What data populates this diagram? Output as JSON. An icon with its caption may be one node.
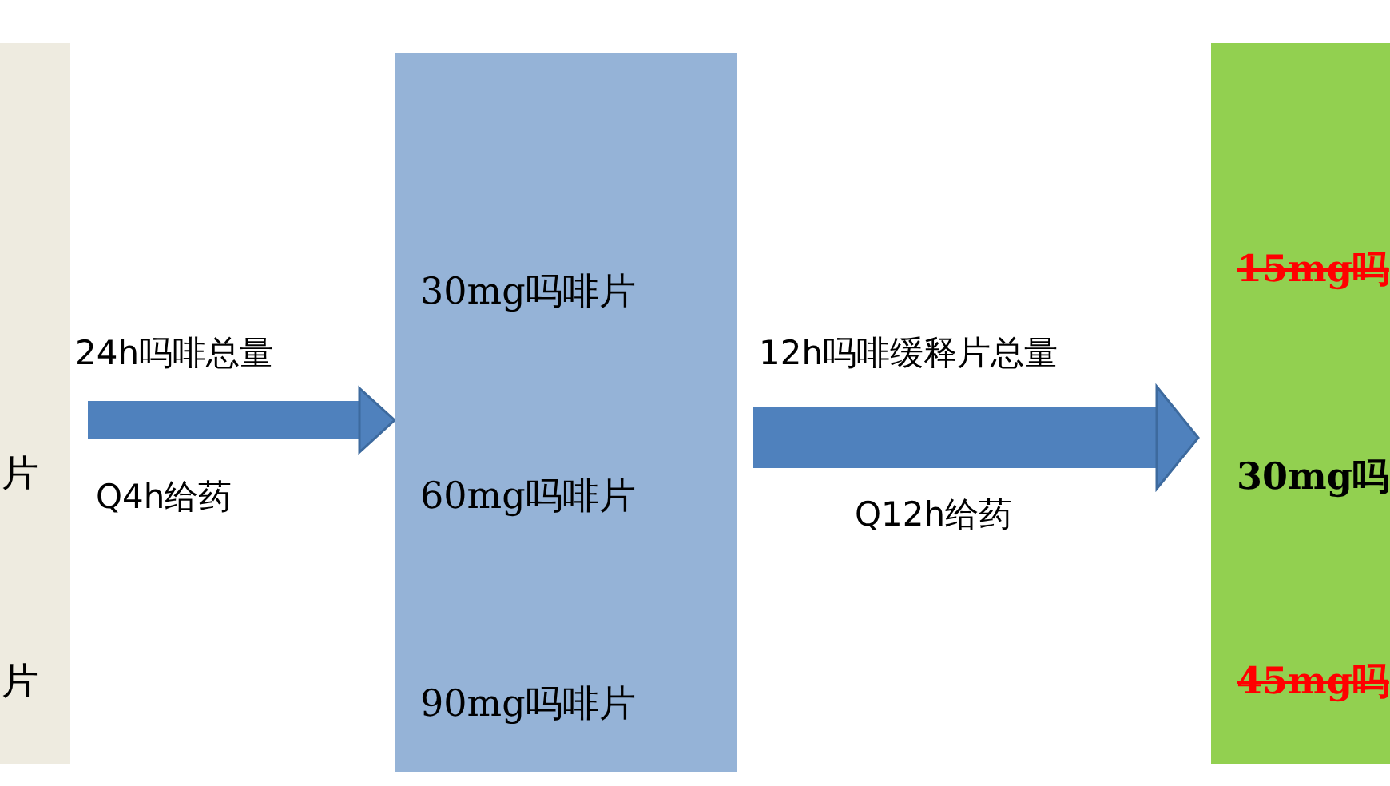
{
  "diagram": {
    "nodes": [
      {
        "text": [
          "片",
          "片"
        ]
      },
      {
        "text": [
          "30mg吗啡片",
          "60mg吗啡片",
          "90mg吗啡片"
        ]
      },
      {
        "text": [
          "15mg吗",
          "30mg吗",
          "45mg吗"
        ]
      }
    ],
    "edges": [
      {
        "from": 0,
        "to": 1,
        "arrow": "to",
        "label": "24h吗啡总量"
      },
      {
        "from": 1,
        "to": 2,
        "arrow": "to",
        "label": "12h吗啡缓释片总量"
      }
    ],
    "labels": [
      "Q4h给药",
      "Q12h给药"
    ]
  }
}
